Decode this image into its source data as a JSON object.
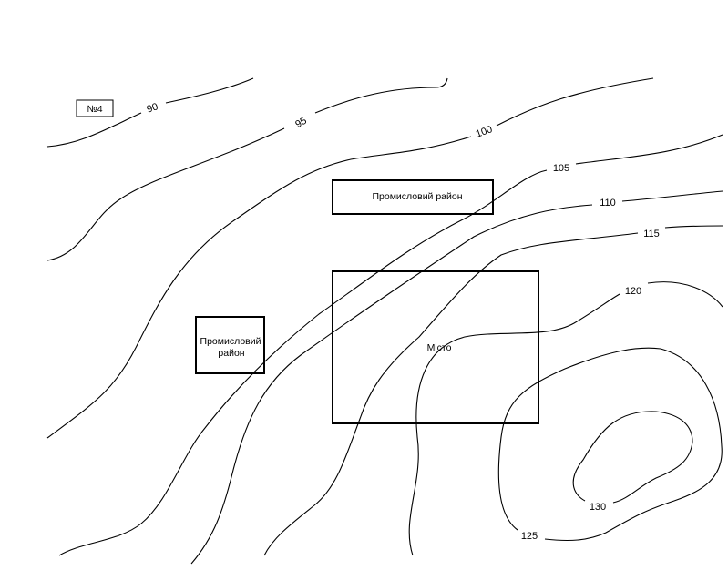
{
  "map": {
    "badge": "№4",
    "contour_interval": 5,
    "contour_labels": [
      "90",
      "95",
      "100",
      "105",
      "110",
      "115",
      "120",
      "125",
      "130"
    ],
    "zones": {
      "industrial_top": "Промисловий район",
      "industrial_left_line1": "Промисловий",
      "industrial_left_line2": "район",
      "city": "Місто"
    },
    "line_color": "#000000",
    "background_color": "#ffffff"
  }
}
